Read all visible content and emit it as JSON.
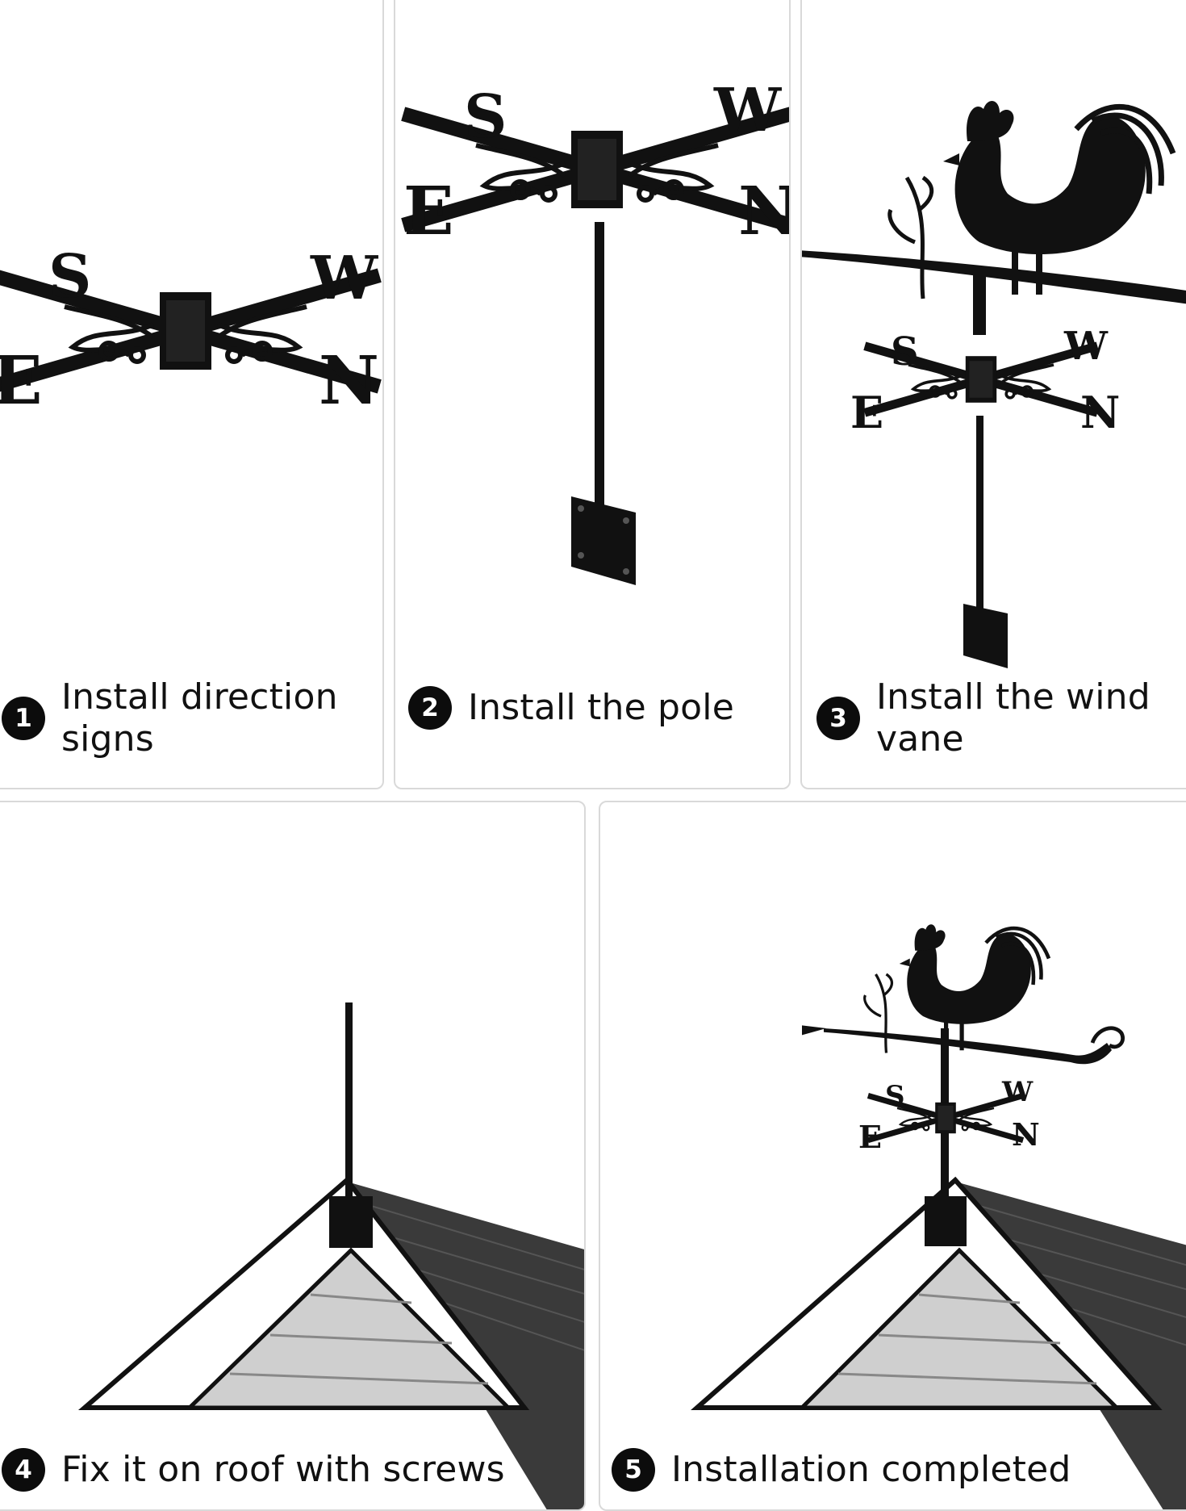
{
  "steps": [
    {
      "number": "1",
      "label": "Install direction\nsigns"
    },
    {
      "number": "2",
      "label": "Install the pole"
    },
    {
      "number": "3",
      "label": "Install the wind\nvane"
    },
    {
      "number": "4",
      "label": "Fix it on roof with screws"
    },
    {
      "number": "5",
      "label": "Installation completed"
    }
  ],
  "compass_letters": {
    "south": "S",
    "west": "W",
    "east": "E",
    "north": "N"
  },
  "colors": {
    "metal": "#111111",
    "panel_border": "#d9d9d9",
    "background": "#ffffff",
    "roof_shingle": "#3a3a3a",
    "siding": "#c9c9c9"
  }
}
